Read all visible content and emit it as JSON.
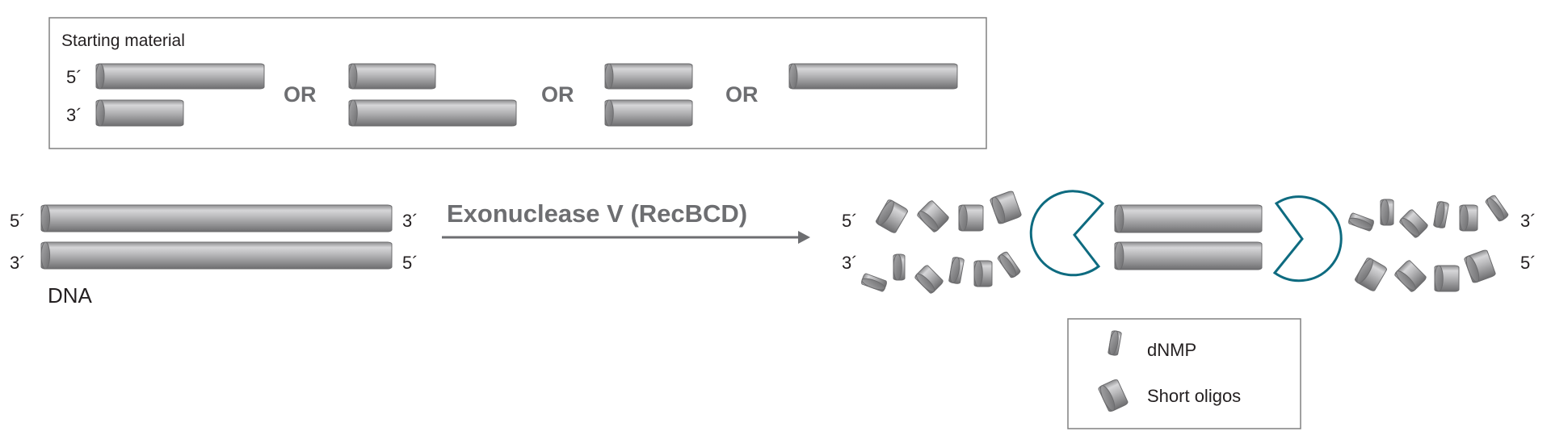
{
  "starting_material": {
    "title": "Starting material",
    "label_5": "5´",
    "label_3": "3´",
    "or_labels": [
      "OR",
      "OR",
      "OR"
    ]
  },
  "dna": {
    "label": "DNA",
    "left_top": "5´",
    "left_bottom": "3´",
    "right_top": "3´",
    "right_bottom": "5´"
  },
  "reaction": {
    "enzyme": "Exonuclease V (RecBCD)"
  },
  "products": {
    "left_top": "5´",
    "left_bottom": "3´",
    "right_top": "3´",
    "right_bottom": "5´"
  },
  "legend": {
    "items": [
      {
        "icon": "dnmp-icon",
        "label": "dNMP"
      },
      {
        "icon": "short-oligo-icon",
        "label": "Short oligos"
      }
    ]
  },
  "colors": {
    "enzyme": "#0e6b80",
    "text_gray": "#6d6e71",
    "border": "#808080"
  }
}
